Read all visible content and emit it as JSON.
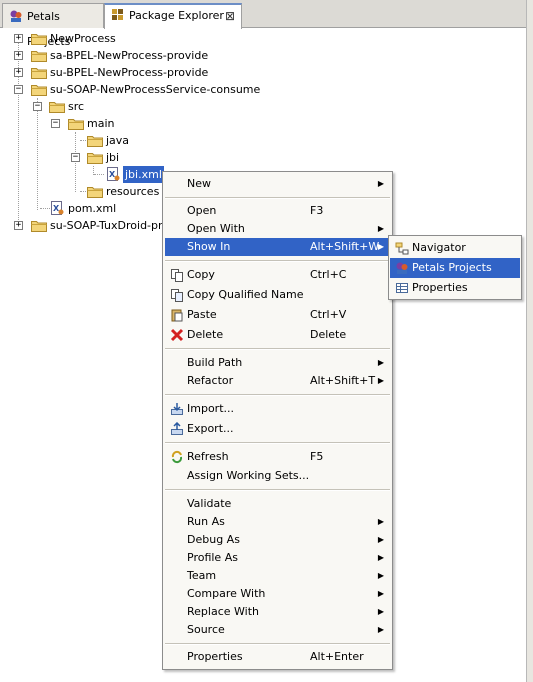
{
  "tabs": [
    {
      "label": "Petals Projects",
      "icon": "petals-icon",
      "active": false
    },
    {
      "label": "Package Explorer",
      "icon": "package-explorer-icon",
      "active": true,
      "close": "⊠"
    }
  ],
  "tree": {
    "expand_plus": "+",
    "expand_minus": "−",
    "nodes": [
      {
        "label": "NewProcess",
        "icon": "folder-icon"
      },
      {
        "label": "sa-BPEL-NewProcess-provide",
        "icon": "folder-icon"
      },
      {
        "label": "su-BPEL-NewProcess-provide",
        "icon": "folder-icon"
      },
      {
        "label": "su-SOAP-NewProcessService-consume",
        "icon": "folder-icon"
      },
      {
        "label": "src",
        "icon": "folder-icon"
      },
      {
        "label": "main",
        "icon": "folder-icon"
      },
      {
        "label": "java",
        "icon": "folder-icon"
      },
      {
        "label": "jbi",
        "icon": "folder-icon"
      },
      {
        "label": "jbi.xml",
        "icon": "xml-file-icon",
        "selected": true
      },
      {
        "label": "resources",
        "icon": "folder-icon"
      },
      {
        "label": "pom.xml",
        "icon": "xml-file-icon"
      },
      {
        "label": "su-SOAP-TuxDroid-prov",
        "icon": "folder-icon"
      }
    ]
  },
  "context_menu": {
    "items": [
      {
        "label": "New",
        "submenu": true
      },
      {
        "label": "Open",
        "accel": "F3"
      },
      {
        "label": "Open With",
        "submenu": true
      },
      {
        "label": "Show In",
        "accel": "Alt+Shift+W",
        "submenu": true,
        "highlighted": true
      },
      {
        "label": "Copy",
        "accel": "Ctrl+C",
        "icon": "copy-icon"
      },
      {
        "label": "Copy Qualified Name",
        "icon": "copy-qualified-icon"
      },
      {
        "label": "Paste",
        "accel": "Ctrl+V",
        "icon": "paste-icon"
      },
      {
        "label": "Delete",
        "accel": "Delete",
        "icon": "delete-icon"
      },
      {
        "label": "Build Path",
        "submenu": true
      },
      {
        "label": "Refactor",
        "accel": "Alt+Shift+T",
        "submenu": true
      },
      {
        "label": "Import...",
        "icon": "import-icon"
      },
      {
        "label": "Export...",
        "icon": "export-icon"
      },
      {
        "label": "Refresh",
        "accel": "F5",
        "icon": "refresh-icon"
      },
      {
        "label": "Assign Working Sets..."
      },
      {
        "label": "Validate"
      },
      {
        "label": "Run As",
        "submenu": true
      },
      {
        "label": "Debug As",
        "submenu": true
      },
      {
        "label": "Profile As",
        "submenu": true
      },
      {
        "label": "Team",
        "submenu": true
      },
      {
        "label": "Compare With",
        "submenu": true
      },
      {
        "label": "Replace With",
        "submenu": true
      },
      {
        "label": "Source",
        "submenu": true
      },
      {
        "label": "Properties",
        "accel": "Alt+Enter"
      }
    ],
    "submenu_arrow": "▶"
  },
  "show_in_submenu": {
    "items": [
      {
        "label": "Navigator",
        "icon": "navigator-icon"
      },
      {
        "label": "Petals Projects",
        "icon": "petals-icon",
        "highlighted": true
      },
      {
        "label": "Properties",
        "icon": "properties-icon"
      }
    ]
  },
  "colors": {
    "selection": "#3163c6",
    "folder": "#e8c45c",
    "menu_bg": "#f9f8f4",
    "tabbar_bg": "#dcdad5"
  }
}
